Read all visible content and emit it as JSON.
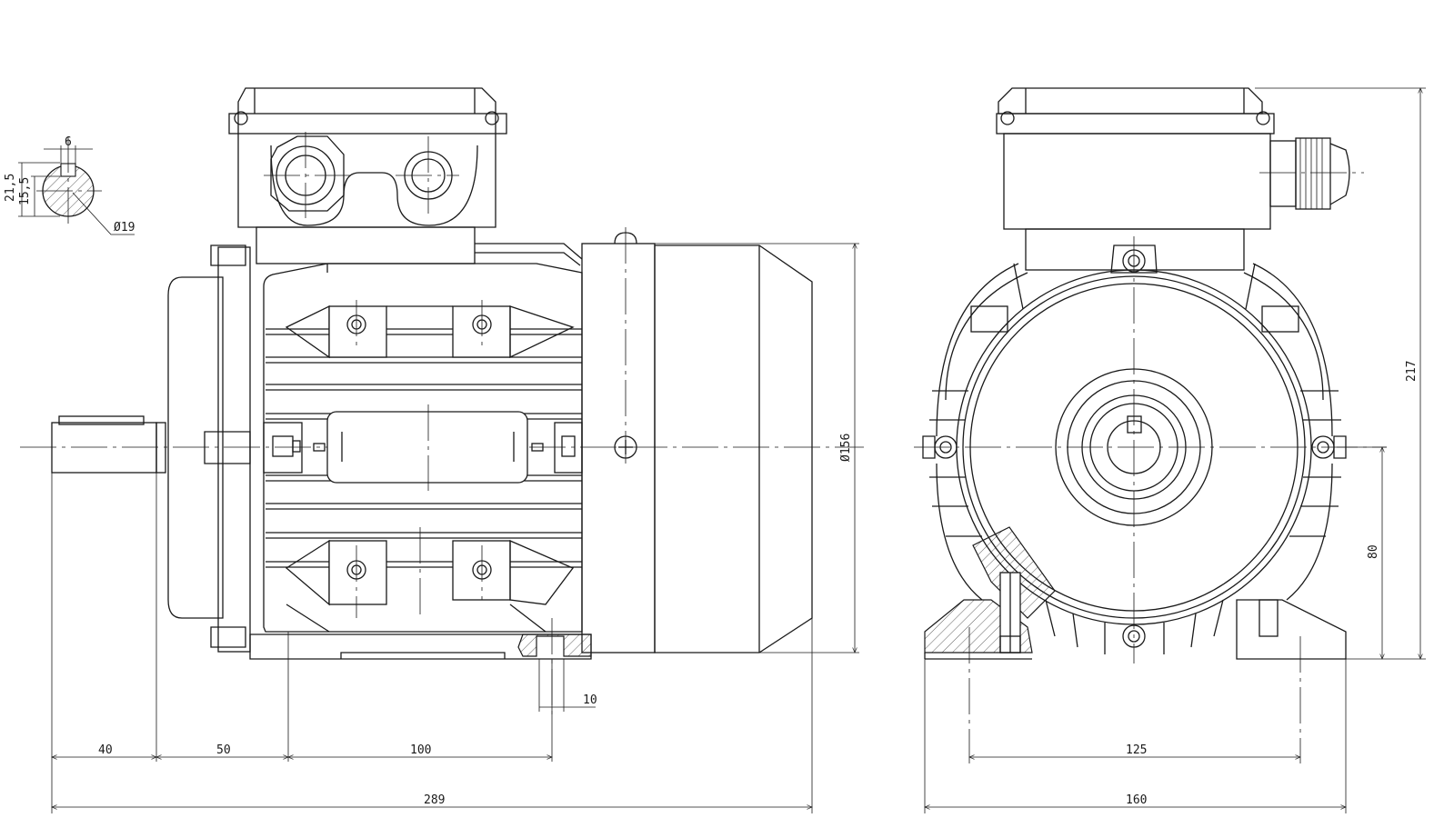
{
  "dimensions": {
    "key_width": "6",
    "key_height_outer": "21,5",
    "key_height_inner": "15,5",
    "shaft_diameter": "Ø19",
    "height_overall": "217",
    "body_diameter": "Ø156",
    "shaft_center_height": "80",
    "foot_thickness": "10",
    "shaft_length": "40",
    "shaft_to_foot": "50",
    "foot_hole_spacing": "100",
    "overall_length": "289",
    "foot_hole_spacing_front": "125",
    "foot_width": "160"
  }
}
